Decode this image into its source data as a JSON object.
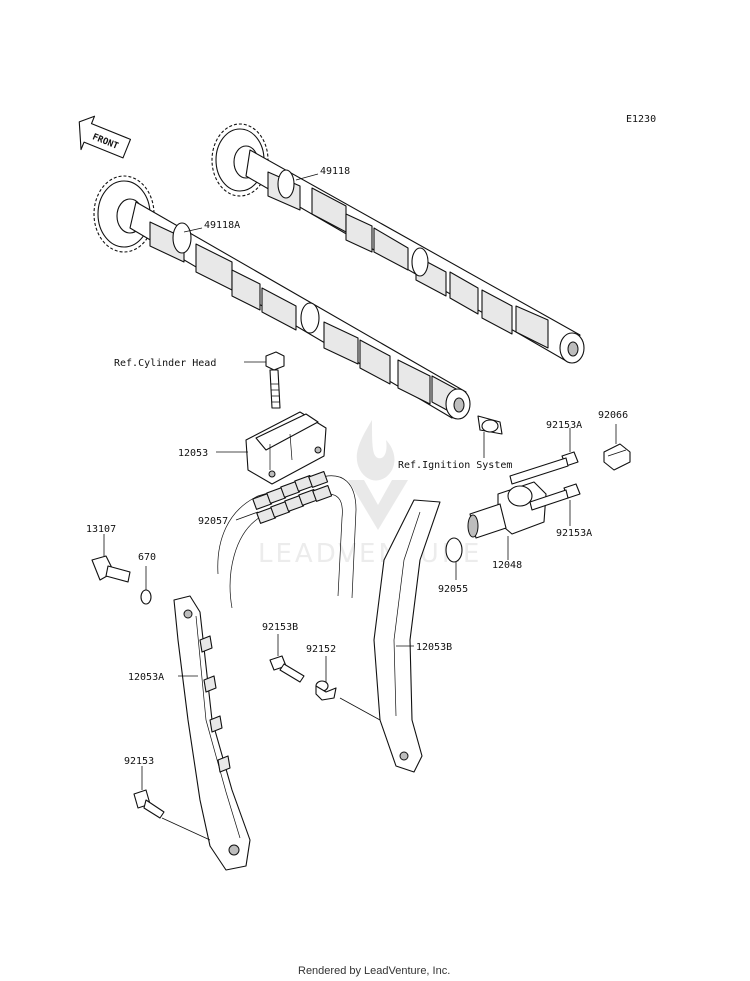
{
  "diagram_code": "E1230",
  "front_label": "FRONT",
  "watermark_text": "LEADVENTURE",
  "footer": "Rendered by LeadVenture, Inc.",
  "callouts": {
    "camshaft_exhaust": "49118",
    "camshaft_intake": "49118A",
    "ref_cylinder_head": "Ref.Cylinder Head",
    "holder": "12053",
    "ref_ignition": "Ref.Ignition System",
    "bolt_upper": "92153A",
    "plug": "92066",
    "chain": "92057",
    "bolt_right": "92153A",
    "tensioner": "12048",
    "o_ring": "92055",
    "bolt_pivot": "13107",
    "ring_670": "670",
    "guide_rear": "12053A",
    "bolt_b": "92153B",
    "collar": "92152",
    "guide_front": "12053B",
    "bolt_bottom": "92153"
  }
}
